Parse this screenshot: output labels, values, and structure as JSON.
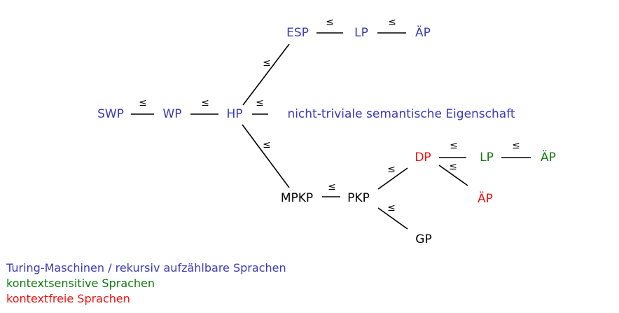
{
  "colors": {
    "turing": "#3b3bb8",
    "context_sensitive": "#117a11",
    "context_free": "#ee1111",
    "default": "#000000"
  },
  "relation_symbol": "≤",
  "nodes": {
    "swp": {
      "label": "SWP",
      "color": "turing"
    },
    "wp": {
      "label": "WP",
      "color": "turing"
    },
    "hp": {
      "label": "HP",
      "color": "turing"
    },
    "esp": {
      "label": "ESP",
      "color": "turing"
    },
    "lp_top": {
      "label": "LP",
      "color": "turing"
    },
    "aep_top": {
      "label": "ÄP",
      "color": "turing"
    },
    "nts": {
      "label": "nicht-triviale semantische Eigenschaft",
      "color": "turing"
    },
    "mpkp": {
      "label": "MPKP",
      "color": "default"
    },
    "pkp": {
      "label": "PKP",
      "color": "default"
    },
    "dp": {
      "label": "DP",
      "color": "context_free"
    },
    "lp_mid": {
      "label": "LP",
      "color": "context_sensitive"
    },
    "aep_mid": {
      "label": "ÄP",
      "color": "context_sensitive"
    },
    "aep_red": {
      "label": "ÄP",
      "color": "context_free"
    },
    "gp": {
      "label": "GP",
      "color": "default"
    }
  },
  "edges": [
    [
      "swp",
      "wp"
    ],
    [
      "wp",
      "hp"
    ],
    [
      "hp",
      "esp"
    ],
    [
      "esp",
      "lp_top"
    ],
    [
      "lp_top",
      "aep_top"
    ],
    [
      "hp",
      "nts"
    ],
    [
      "hp",
      "mpkp"
    ],
    [
      "mpkp",
      "pkp"
    ],
    [
      "pkp",
      "dp"
    ],
    [
      "pkp",
      "gp"
    ],
    [
      "dp",
      "lp_mid"
    ],
    [
      "lp_mid",
      "aep_mid"
    ],
    [
      "dp",
      "aep_red"
    ]
  ],
  "legend": {
    "turing": "Turing-Maschinen / rekursiv aufzählbare Sprachen",
    "context_sensitive": "kontextsensitive Sprachen",
    "context_free": "kontextfreie Sprachen"
  }
}
